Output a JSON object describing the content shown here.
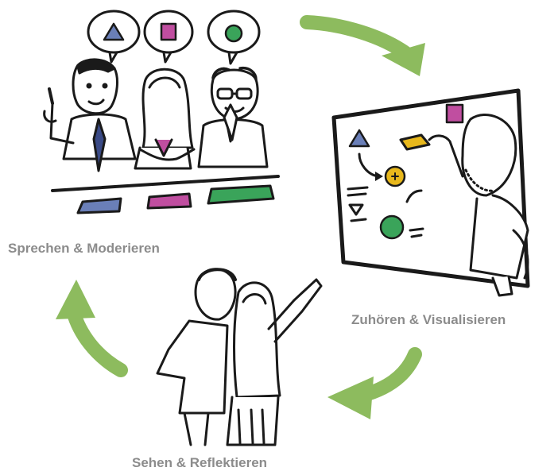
{
  "colors": {
    "arrow": "#8dbb5e",
    "label": "#8c8c8c",
    "ink": "#1a1a1a",
    "triangle": "#6a7fb8",
    "square": "#c04ea0",
    "circle": "#3aa45a",
    "bolt": "#e8b81c"
  },
  "labels": {
    "step1": "Sprechen & Moderieren",
    "step2": "Zuhören & Visualisieren",
    "step3": "Sehen & Reflektieren"
  },
  "icons": [
    "triangle-icon",
    "square-icon",
    "circle-icon",
    "bolt-icon"
  ]
}
